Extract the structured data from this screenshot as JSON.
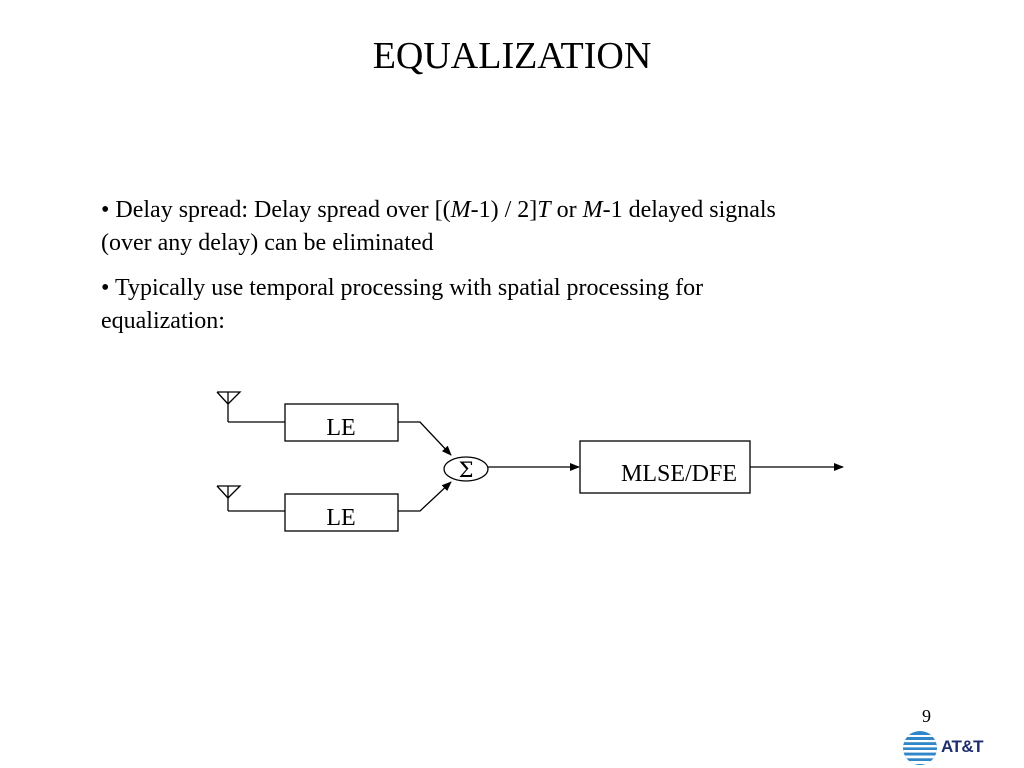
{
  "slide": {
    "title": "EQUALIZATION",
    "bullet1": {
      "prefix": "• Delay spread: Delay spread over [(",
      "M": "M",
      "mid": "-1)",
      "slash": " / ",
      "mid2": "2]",
      "T": "T",
      "or": " or ",
      "M2": "M",
      "suffix": "-1 delayed signals",
      "line2": "(over any delay) can be eliminated"
    },
    "bullet2": {
      "line1": "• Typically use temporal processing with spatial processing for",
      "line2": "equalization:"
    },
    "page_number": "9"
  },
  "diagram": {
    "le_top": "LE",
    "le_bottom": "LE",
    "sum_symbol": "Σ",
    "mlse_label": "MLSE/DFE"
  },
  "logo": {
    "text": "AT&T",
    "icon": "att-globe-icon",
    "color": "#1f2e6e"
  }
}
